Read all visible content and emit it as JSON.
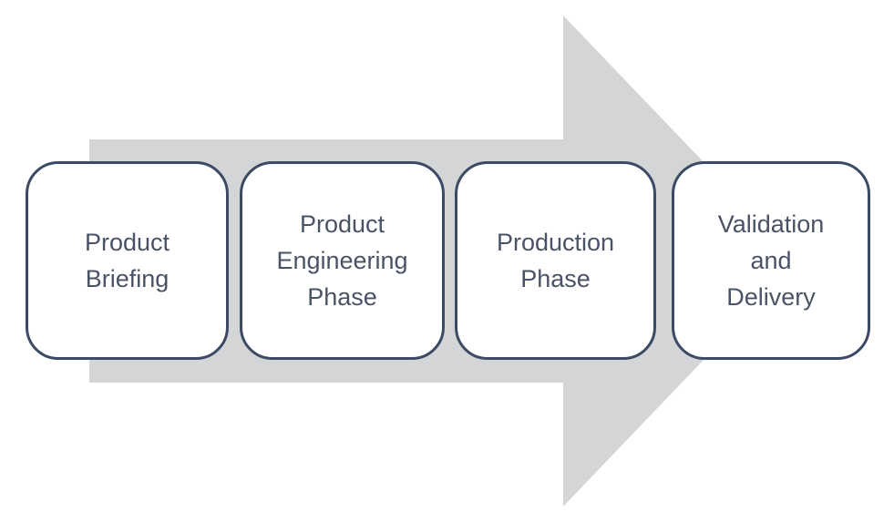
{
  "diagram": {
    "type": "process-flow-arrow",
    "direction": "right",
    "steps": [
      {
        "id": "product-briefing",
        "label": "Product\nBriefing"
      },
      {
        "id": "product-engineering-phase",
        "label": "Product\nEngineering\nPhase"
      },
      {
        "id": "production-phase",
        "label": "Production\nPhase"
      },
      {
        "id": "validation-and-delivery",
        "label": "Validation\nand\nDelivery"
      }
    ],
    "colors": {
      "arrow_fill": "#d4d5d7",
      "box_fill": "#ffffff",
      "box_border": "#3d4a63",
      "label_text": "#4a5365",
      "background": "#ffffff"
    }
  }
}
